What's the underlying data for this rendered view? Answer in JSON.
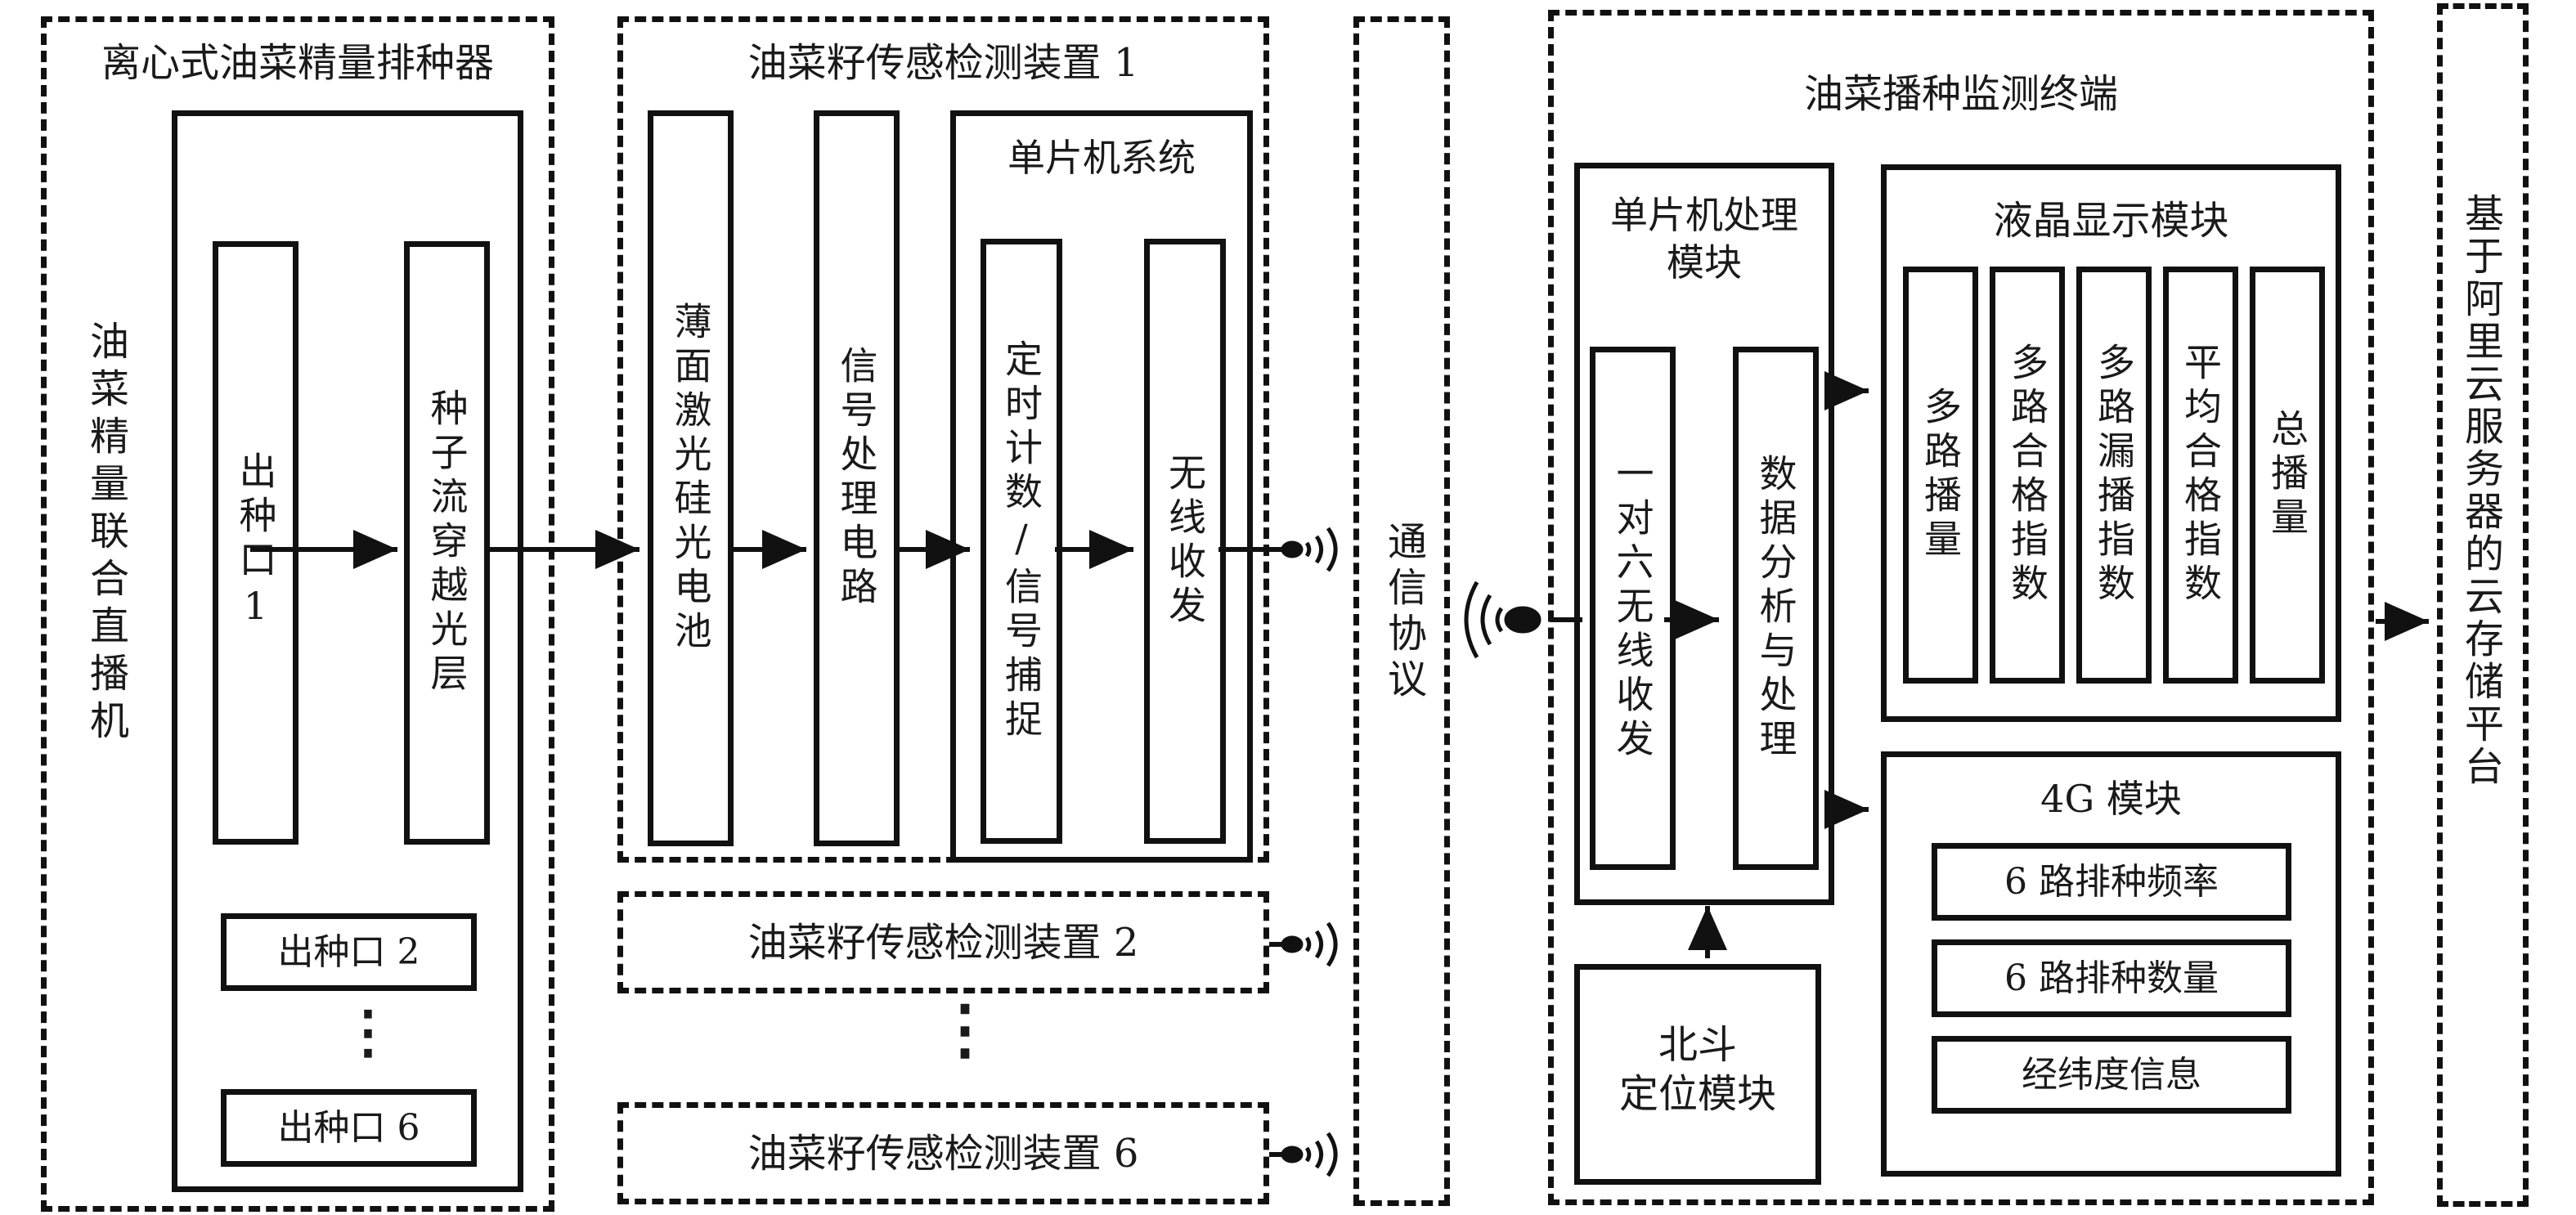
{
  "seeder": {
    "title": "离心式油菜精量排种器",
    "machine_label": "油菜精量联合直播机",
    "outlet_1": "出种口1",
    "seed_layer": "种子流穿越光层",
    "outlet_2": "出种口 2",
    "outlet_6": "出种口 6",
    "ellipsis": "⋮"
  },
  "sensor_1": {
    "title": "油菜籽传感检测装置 1",
    "photocell": "薄面激光硅光电池",
    "signal_circuit": "信号处理电路",
    "mcu_title": "单片机系统",
    "timer_capture": "定时计数/信号捕捉",
    "wireless": "无线收发"
  },
  "sensor_2": {
    "title": "油菜籽传感检测装置 2"
  },
  "sensor_6": {
    "title": "油菜籽传感检测装置 6"
  },
  "sensor_ellipsis": "⋮",
  "protocol": {
    "label": "通信协议"
  },
  "terminal": {
    "title": "油菜播种监测终端",
    "mcu_title": "单片机处理模块",
    "one_to_six": "一对六无线收发",
    "data_analysis": "数据分析与处理",
    "lcd_title": "液晶显示模块",
    "lcd_items": [
      "多路播量",
      "多路合格指数",
      "多路漏播指数",
      "平均合格指数",
      "总播量"
    ],
    "beidou": {
      "line1": "北斗",
      "line2": "定位模块"
    },
    "g4_title": "4G 模块",
    "g4_items": [
      "6 路排种频率",
      "6 路排种数量",
      "经纬度信息"
    ]
  },
  "cloud": {
    "label": "基于阿里云服务器的云存储平台"
  },
  "icons": {
    "wireless_signal": "wireless-signal-icon",
    "arrow": "arrow-right-icon"
  }
}
